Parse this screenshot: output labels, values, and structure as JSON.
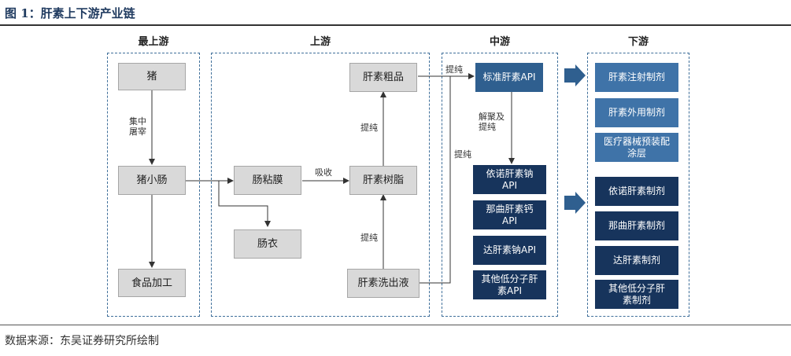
{
  "title": "图 1：肝素上下游产业链",
  "source": "数据来源：东吴证券研究所绘制",
  "sections": {
    "most_upstream": "最上游",
    "upstream": "上游",
    "midstream": "中游",
    "downstream": "下游"
  },
  "nodes": {
    "pig": "猪",
    "small_intestine": "猪小肠",
    "food_processing": "食品加工",
    "mucosa": "肠粘膜",
    "casing": "肠衣",
    "crude_heparin": "肝素粗品",
    "heparin_resin": "肝素树脂",
    "heparin_eluate": "肝素洗出液",
    "standard_api": "标准肝素API",
    "enoxaparin_api": "依诺肝素钠API",
    "nadroparin_api": "那曲肝素钙API",
    "dalteparin_api": "达肝素钠API",
    "other_lmwh_api": "其他低分子肝素API"
  },
  "downstream_items": {
    "heparin_injection": "肝素注射制剂",
    "heparin_topical": "肝素外用制剂",
    "prefilled_coating": "医疗器械预装配涂层",
    "enoxaparin_prep": "依诺肝素制剂",
    "nadroparin_prep": "那曲肝素制剂",
    "dalteparin_prep": "达肝素制剂",
    "other_lmwh_prep": "其他低分子肝素制剂"
  },
  "edge_labels": {
    "slaughter": "集中屠宰",
    "absorb": "吸收",
    "purify_1": "提纯",
    "purify_2": "提纯",
    "purify_3": "提纯",
    "purify_4": "提纯",
    "depolymerize": "解聚及提纯"
  },
  "colors": {
    "frame": "#3f6f9a",
    "gray_box": "#d9d9d9",
    "standard_api": "#2f5f8f",
    "lmwh_api": "#17345c",
    "downstream_top": "#3f73a8",
    "downstream_bottom": "#17345c",
    "arrow": "#2f5f8f"
  }
}
